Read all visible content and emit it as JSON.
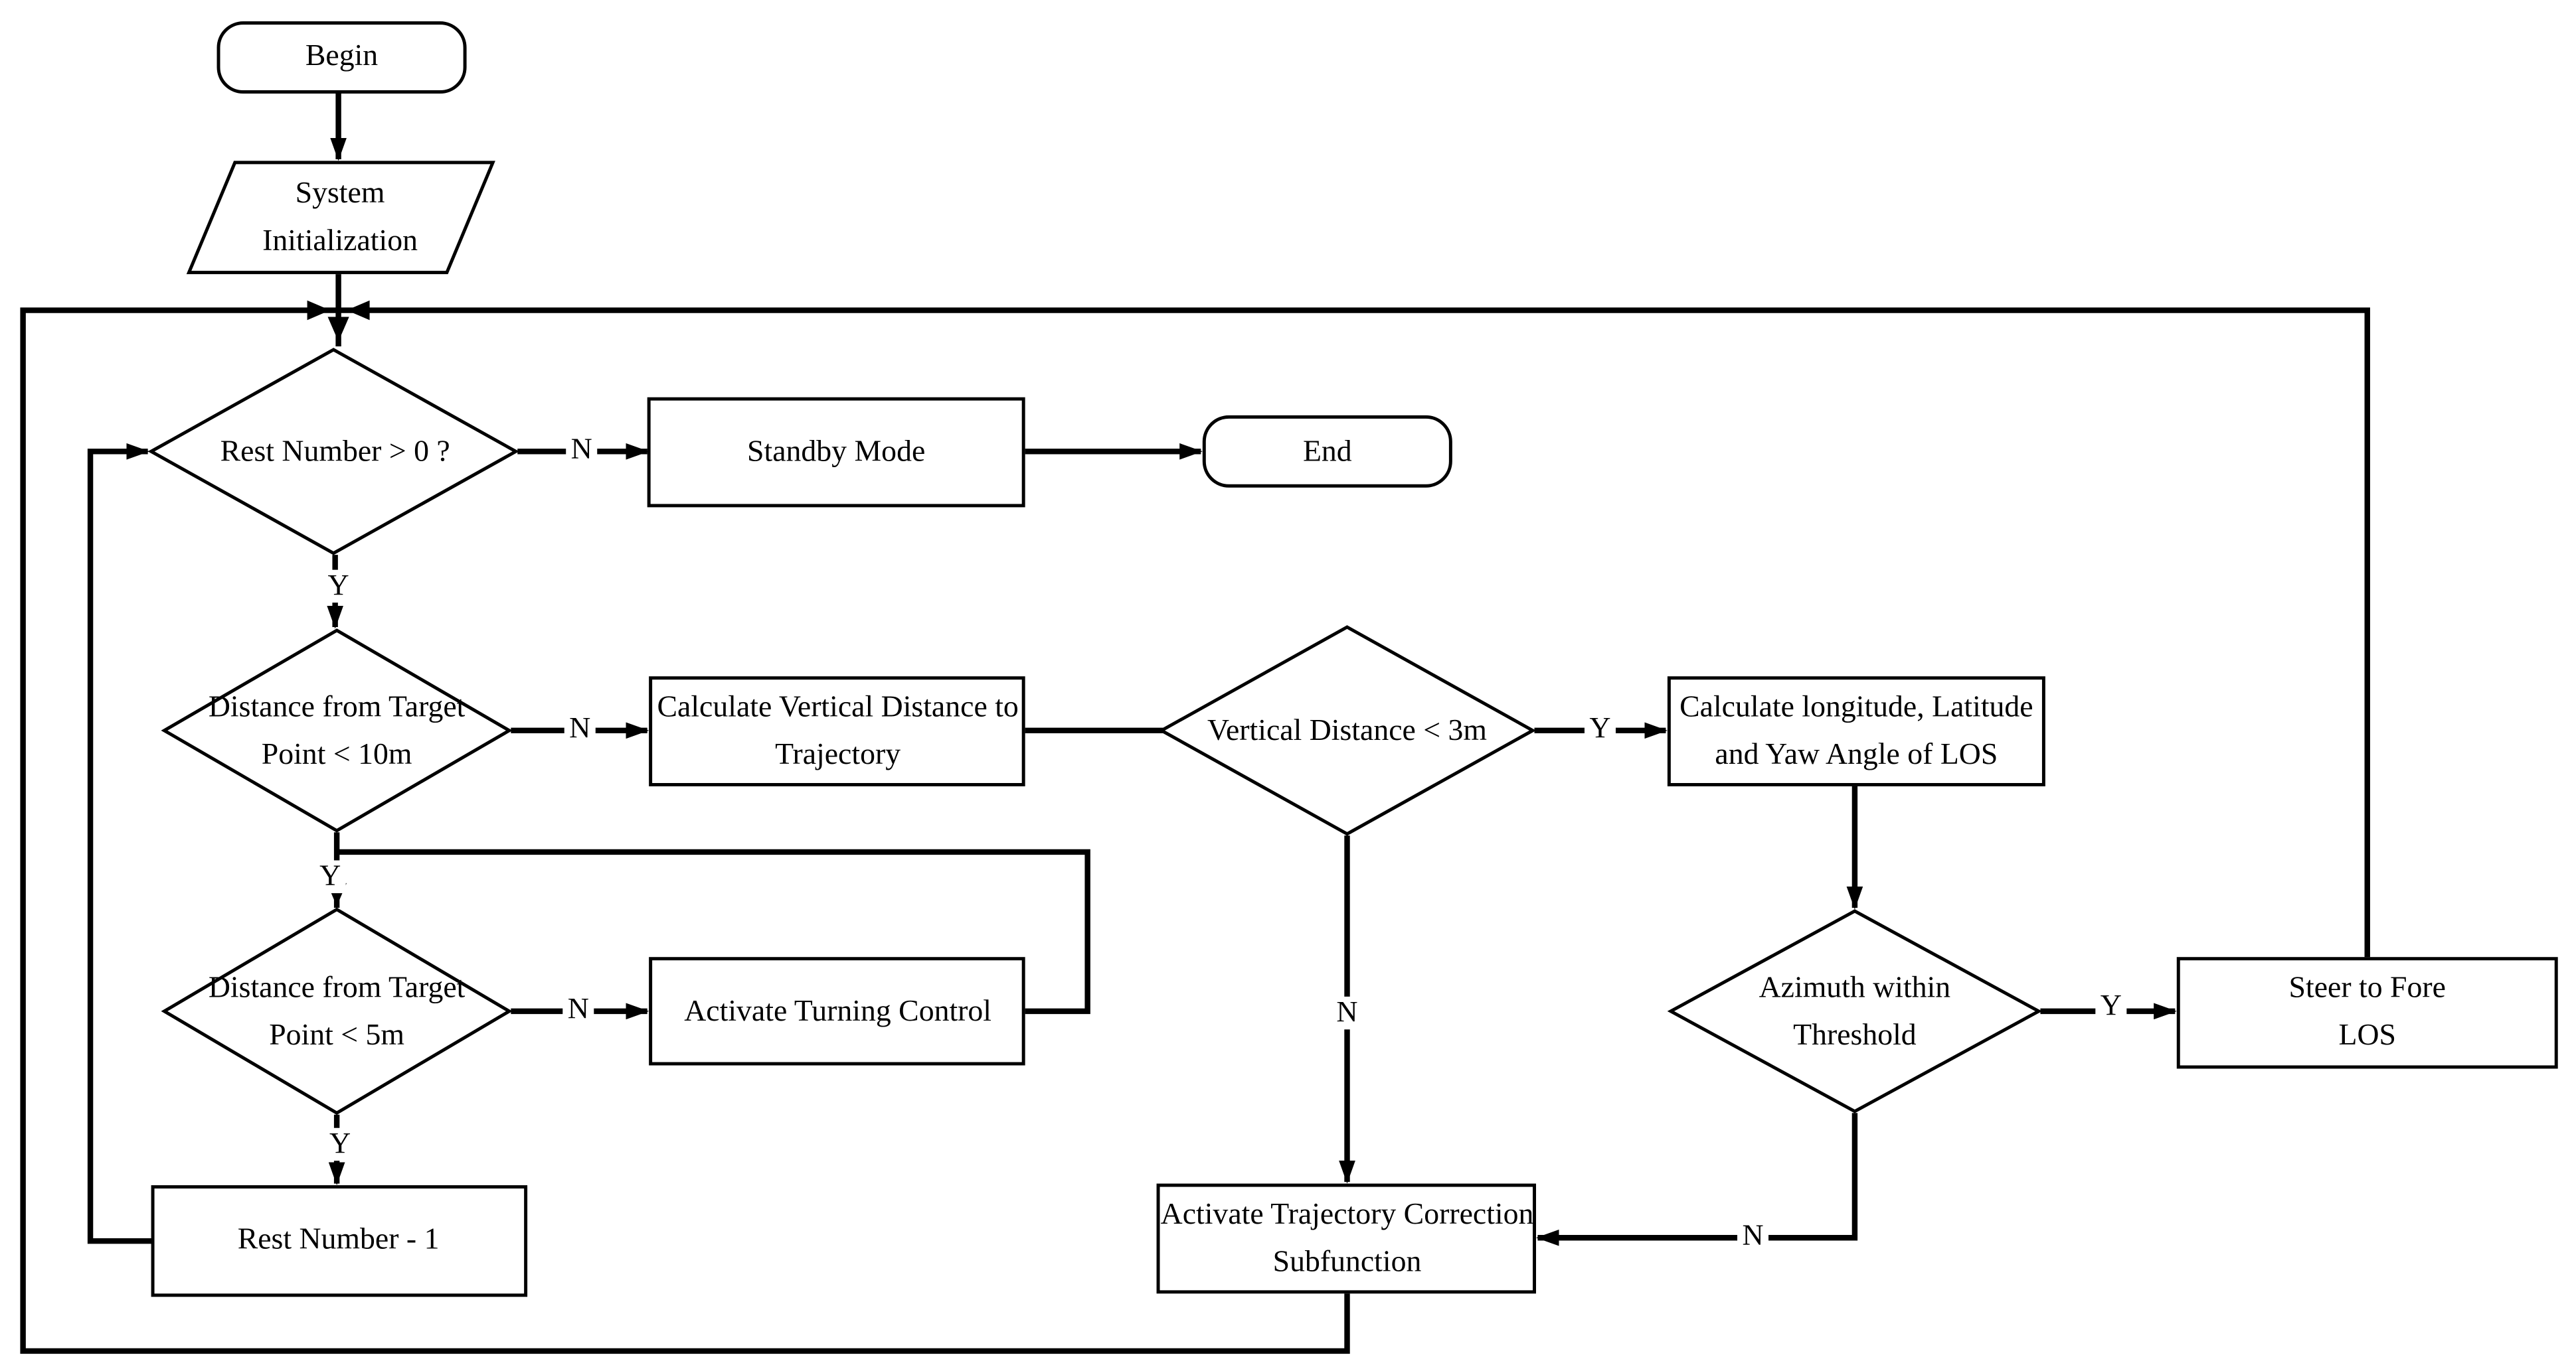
{
  "diagram": {
    "background_color": "#ffffff",
    "line_color": "#000000",
    "nodes": {
      "begin": {
        "type": "terminator",
        "label": "Begin"
      },
      "system_init": {
        "type": "input-output",
        "label": "System\nInitialization"
      },
      "rest_number": {
        "type": "decision",
        "label": "Rest Number > 0 ?"
      },
      "standby": {
        "type": "process",
        "label": "Standby Mode"
      },
      "end": {
        "type": "terminator",
        "label": "End"
      },
      "dist_10m": {
        "type": "decision",
        "label": "Distance from Target\nPoint < 10m"
      },
      "calc_vertical": {
        "type": "process",
        "label": "Calculate Vertical Distance to\nTrajectory"
      },
      "vert_3m": {
        "type": "decision",
        "label": "Vertical Distance < 3m"
      },
      "calc_los": {
        "type": "process",
        "label": "Calculate longitude, Latitude\nand Yaw Angle of LOS"
      },
      "dist_5m": {
        "type": "decision",
        "label": "Distance from Target\nPoint < 5m"
      },
      "turning": {
        "type": "process",
        "label": "Activate Turning Control"
      },
      "azimuth": {
        "type": "decision",
        "label": "Azimuth within\nThreshold"
      },
      "steer": {
        "type": "process",
        "label": "Steer to Fore LOS"
      },
      "rest_minus": {
        "type": "process",
        "label": "Rest Number - 1"
      },
      "traj_corr": {
        "type": "process",
        "label": "Activate Trajectory Correction\nSubfunction"
      }
    },
    "branch_labels": {
      "rest_no": "N",
      "rest_yes": "Y",
      "d10_no": "N",
      "d10_yes": "Y",
      "d3_yes": "Y",
      "d3_no": "N",
      "d5_no": "N",
      "d5_yes": "Y",
      "az_yes": "Y",
      "az_no": "N"
    },
    "edges": [
      {
        "from": "begin",
        "to": "system_init"
      },
      {
        "from": "system_init",
        "to": "rest_number"
      },
      {
        "from": "rest_number",
        "to": "standby",
        "label": "N"
      },
      {
        "from": "standby",
        "to": "end"
      },
      {
        "from": "rest_number",
        "to": "dist_10m",
        "label": "Y"
      },
      {
        "from": "dist_10m",
        "to": "calc_vertical",
        "label": "N"
      },
      {
        "from": "calc_vertical",
        "to": "vert_3m"
      },
      {
        "from": "vert_3m",
        "to": "calc_los",
        "label": "Y"
      },
      {
        "from": "calc_los",
        "to": "azimuth"
      },
      {
        "from": "azimuth",
        "to": "steer",
        "label": "Y"
      },
      {
        "from": "steer",
        "to": "rest_number"
      },
      {
        "from": "azimuth",
        "to": "traj_corr",
        "label": "N"
      },
      {
        "from": "vert_3m",
        "to": "traj_corr",
        "label": "N"
      },
      {
        "from": "traj_corr",
        "to": "rest_number"
      },
      {
        "from": "dist_10m",
        "to": "dist_5m",
        "label": "Y"
      },
      {
        "from": "dist_5m",
        "to": "turning",
        "label": "N"
      },
      {
        "from": "turning",
        "to": "dist_5m"
      },
      {
        "from": "dist_5m",
        "to": "rest_minus",
        "label": "Y"
      },
      {
        "from": "rest_minus",
        "to": "rest_number"
      }
    ]
  }
}
